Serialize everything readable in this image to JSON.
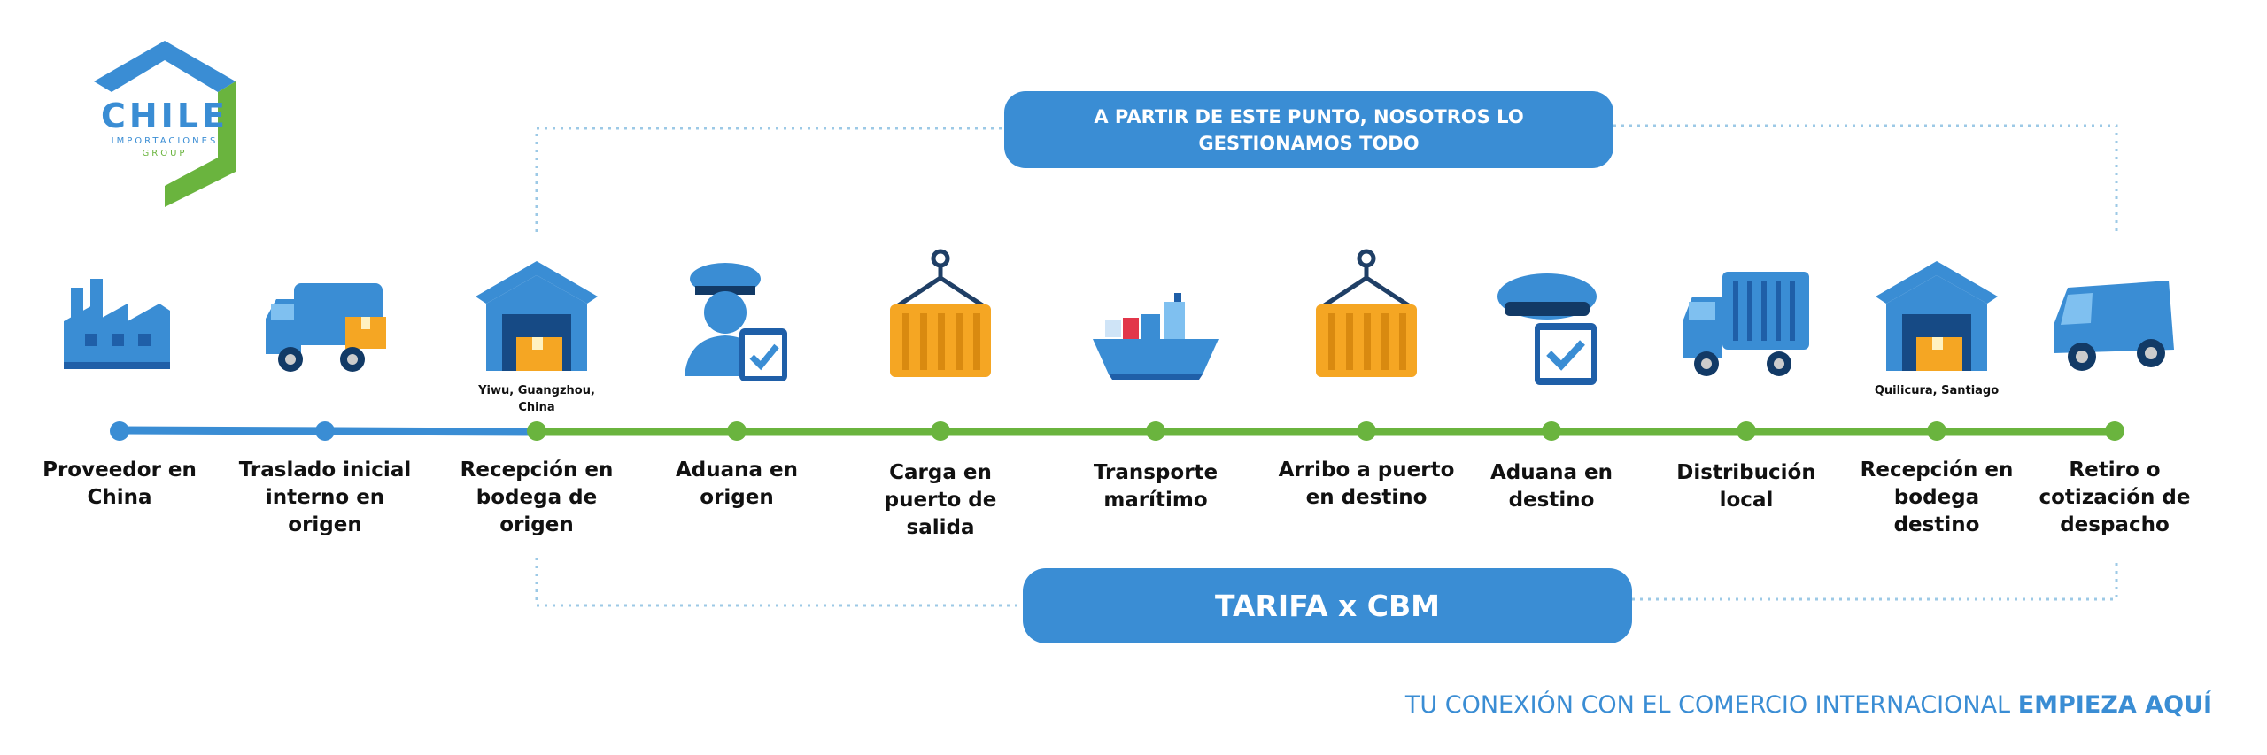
{
  "logo": {
    "brand": "CHILE",
    "line2": "IMPORTACIONES",
    "line3": "GROUP"
  },
  "header": {
    "note": "A PARTIR DE ESTE PUNTO, NOSOTROS LO GESTIONAMOS TODO"
  },
  "footer_box": {
    "label": "TARIFA x CBM"
  },
  "steps": [
    {
      "label": "Proveedor en China",
      "icon": "factory-icon",
      "phase": "origin"
    },
    {
      "label": "Traslado inicial interno en origen",
      "icon": "delivery-truck-icon",
      "phase": "origin"
    },
    {
      "label": "Recepción en bodega de origen",
      "icon": "warehouse-icon",
      "place": "Yiwu, Guangzhou, China",
      "phase": "managed"
    },
    {
      "label": "Aduana en origen",
      "icon": "customs-officer-icon",
      "phase": "managed"
    },
    {
      "label": "Carga en puerto de salida",
      "icon": "cargo-container-icon",
      "phase": "managed"
    },
    {
      "label": "Transporte marítimo",
      "icon": "cargo-ship-icon",
      "phase": "managed"
    },
    {
      "label": "Arribo a puerto en destino",
      "icon": "cargo-container-icon",
      "phase": "managed"
    },
    {
      "label": "Aduana en destino",
      "icon": "customs-cap-icon",
      "phase": "managed"
    },
    {
      "label": "Distribución local",
      "icon": "container-truck-icon",
      "phase": "managed"
    },
    {
      "label": "Recepción en bodega destino",
      "icon": "warehouse-icon",
      "place": "Quilicura, Santiago",
      "phase": "managed"
    },
    {
      "label": "Retiro o cotización de despacho",
      "icon": "van-icon",
      "phase": "managed"
    }
  ],
  "tagline": {
    "regular": "TU CONEXIÓN CON EL COMERCIO INTERNACIONAL",
    "bold": "EMPIEZA AQUÍ"
  },
  "colors": {
    "blue": "#3a8dd4",
    "green": "#6ab43e",
    "orange": "#f5a623",
    "dotted": "#9cc9e6"
  }
}
